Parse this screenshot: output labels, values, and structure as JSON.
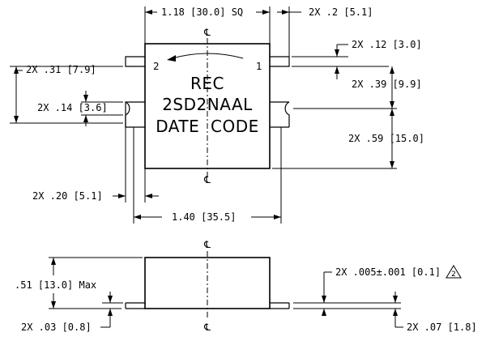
{
  "package": {
    "marking": [
      "REC",
      "2SD2NAAL",
      "DATE  CODE"
    ],
    "pin_labels": [
      "2",
      "1"
    ],
    "centerline_symbol": "℄"
  },
  "dimensions": {
    "body_width": "1.18 [30.0] SQ",
    "lead_length": "2X .2 [5.1]",
    "lead_width": "2X .12 [3.0]",
    "lead_offset_right": "2X .39 [9.9]",
    "lead_offset_left": "2X .31 [7.9]",
    "hole_diameter": "2X .14 [3.6]",
    "lead_to_edge": "2X .59 [15.0]",
    "flange_to_lead": "2X .20 [5.1]",
    "overall_width": "1.40 [35.5]",
    "height_max": ".51 [13.0] Max",
    "lead_thickness": "2X .005±.001 [0.1]",
    "note_ref": "2",
    "standoff": "2X .03 [0.8]",
    "lead_height": "2X .07 [1.8]"
  }
}
